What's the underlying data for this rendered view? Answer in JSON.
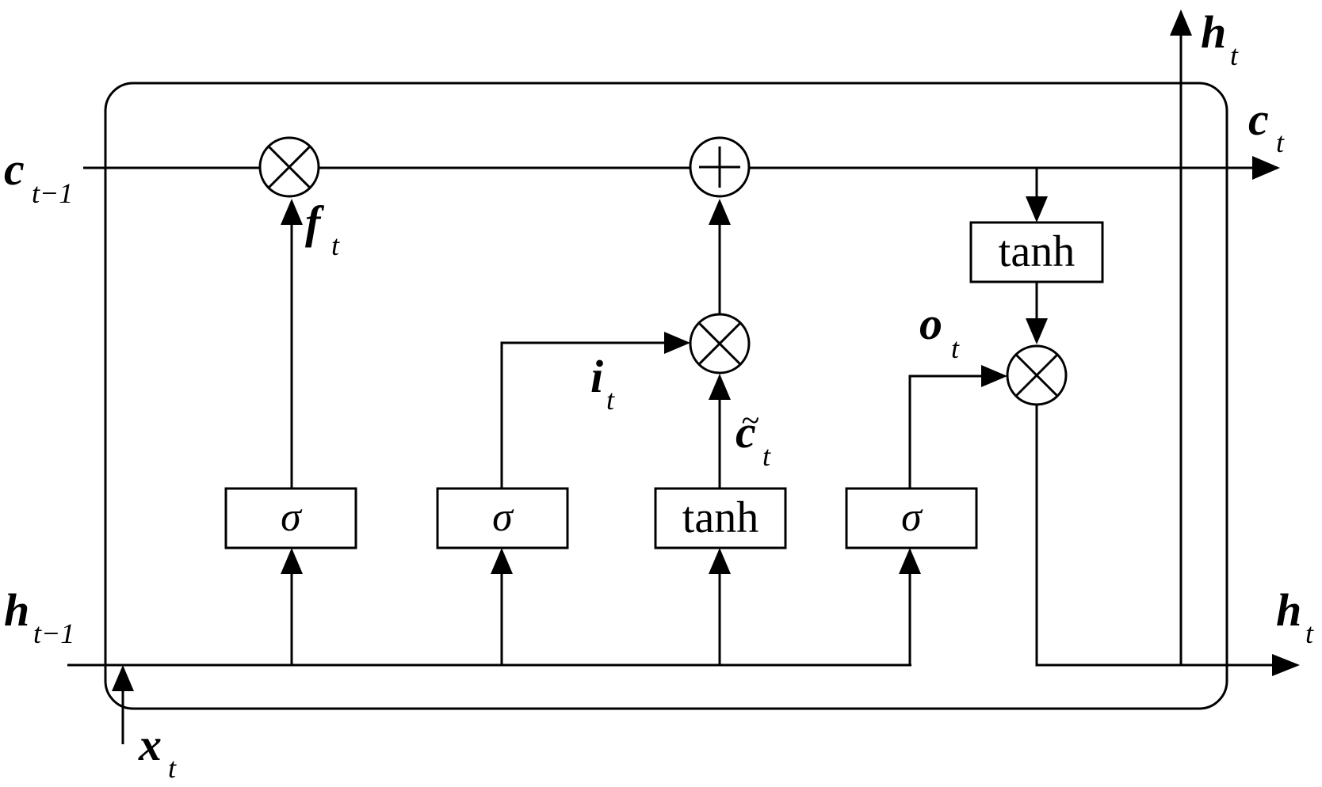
{
  "inputs": {
    "c_prev": {
      "sym": "c",
      "sub": "t−1"
    },
    "h_prev": {
      "sym": "h",
      "sub": "t−1"
    },
    "x": {
      "sym": "x",
      "sub": "t"
    }
  },
  "outputs": {
    "c": {
      "sym": "c",
      "sub": "t"
    },
    "h_top": {
      "sym": "h",
      "sub": "t"
    },
    "h_right": {
      "sym": "h",
      "sub": "t"
    }
  },
  "gates": {
    "forget": {
      "sym": "f",
      "sub": "t"
    },
    "input": {
      "sym": "i",
      "sub": "t"
    },
    "candidate": {
      "sym": "c",
      "accent": "~",
      "sub": "t"
    },
    "output": {
      "sym": "o",
      "sub": "t"
    }
  },
  "boxes": {
    "forget_sigma": "σ",
    "input_sigma": "σ",
    "candidate_tanh": "tanh",
    "output_sigma": "σ",
    "cell_tanh": "tanh"
  },
  "operators": {
    "multiply_icon": "circle-times",
    "add_icon": "circle-plus"
  }
}
